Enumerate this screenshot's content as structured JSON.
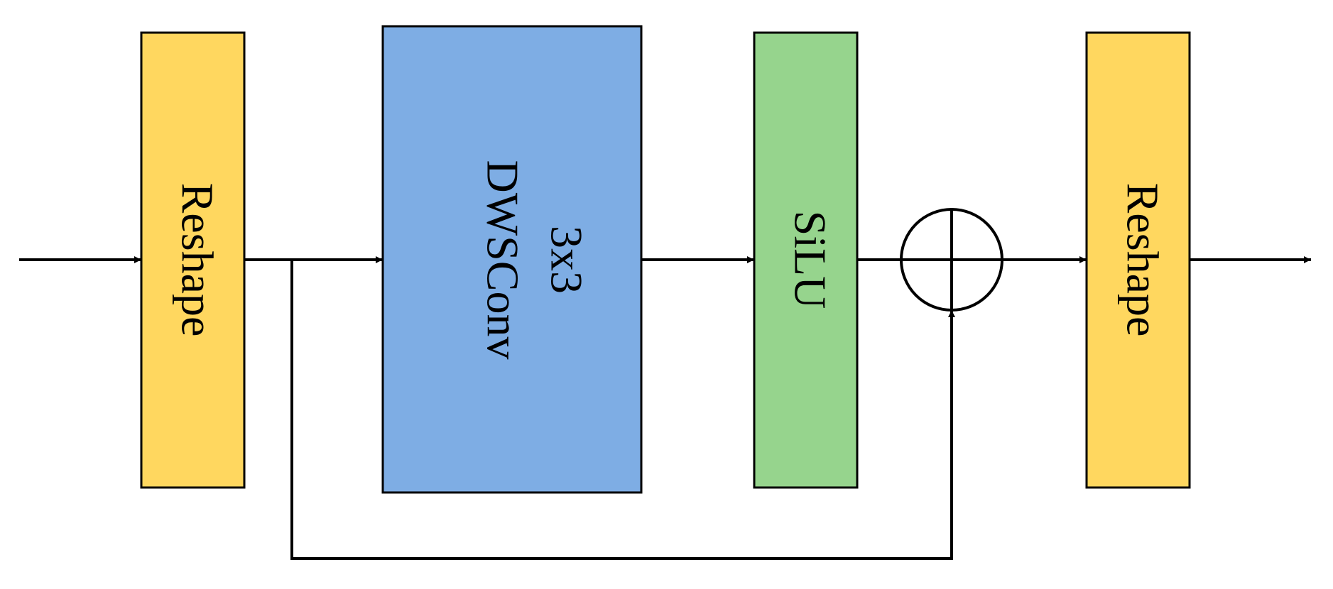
{
  "blocks": [
    {
      "id": "reshape_in",
      "label": "Reshape",
      "color": "#FFD75F"
    },
    {
      "id": "dwsconv",
      "label_line1": "3x3",
      "label_line2": "DWSConv",
      "color": "#7EADE4"
    },
    {
      "id": "silu",
      "label": "SiLU",
      "color": "#96D48D"
    },
    {
      "id": "reshape_out",
      "label": "Reshape",
      "color": "#FFD75F"
    }
  ],
  "operators": [
    {
      "id": "add",
      "symbol": "plus-in-circle"
    }
  ],
  "stroke_color": "#000000"
}
